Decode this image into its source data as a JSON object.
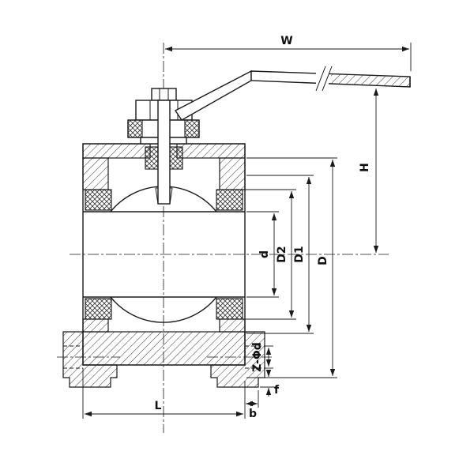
{
  "drawing": {
    "type": "technical-drawing",
    "subject": "flanged ball valve cross-section with lever handle",
    "line_color": "#1a1a1a",
    "background": "#ffffff",
    "dimension_labels": {
      "width_overall": "W",
      "height_to_center": "H",
      "bore": "d",
      "seat_diameter": "D2",
      "bolt_circle": "D1",
      "flange_od": "D",
      "bolt_holes": "Z-Φd",
      "raised_face": "f",
      "flange_thickness": "b",
      "face_to_face": "L"
    }
  }
}
